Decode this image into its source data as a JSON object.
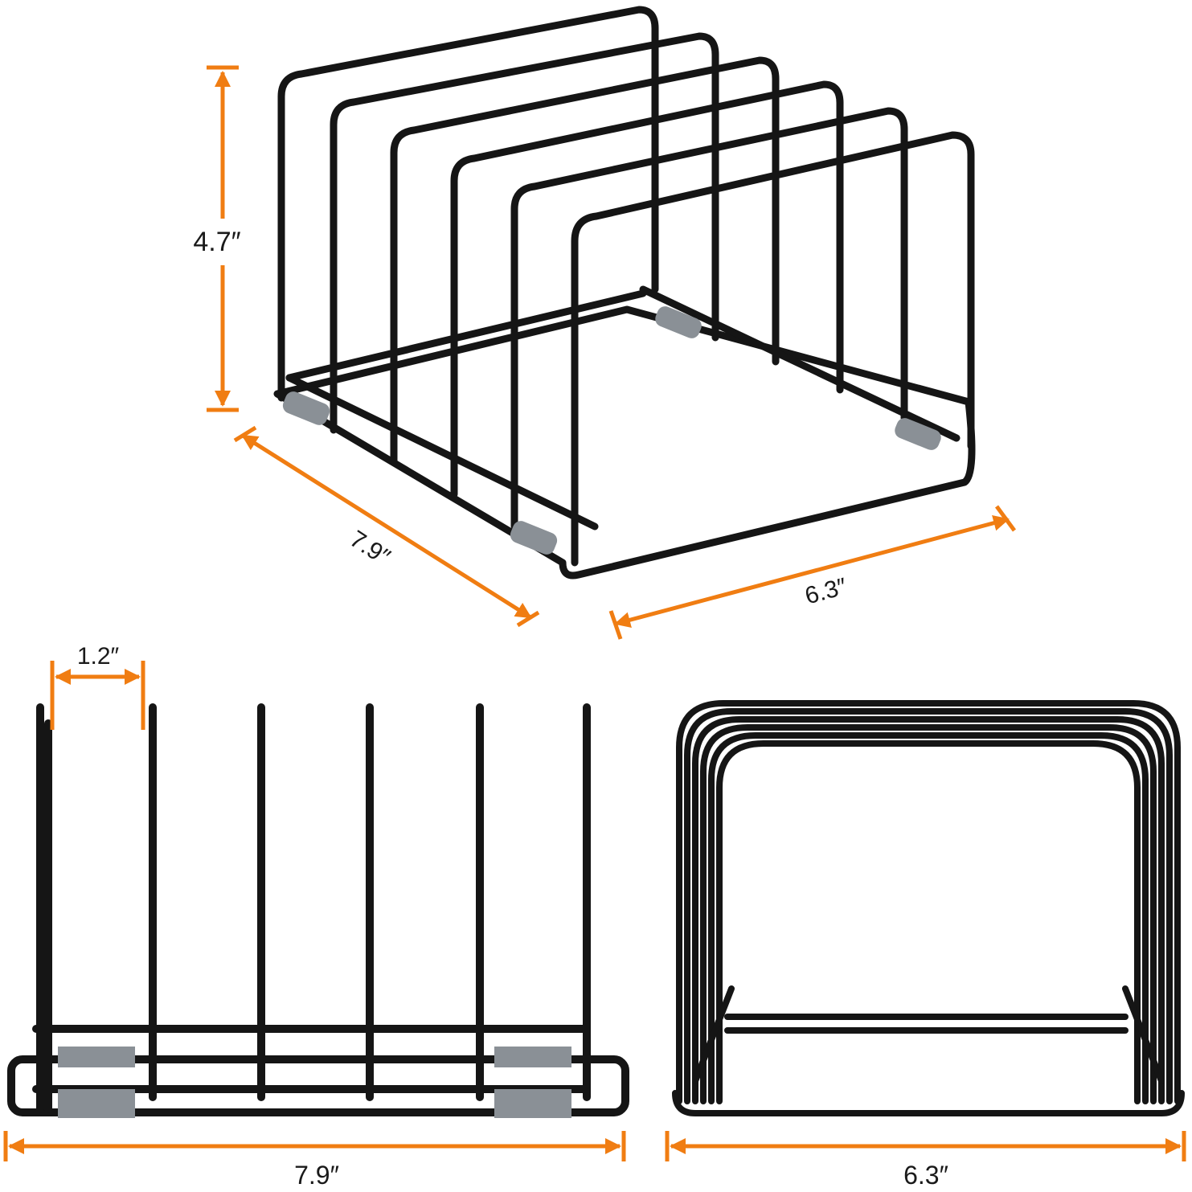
{
  "colors": {
    "dimension": "#f07d12",
    "wire": "#151515",
    "clip": "#8a9096",
    "background": "#ffffff"
  },
  "views": {
    "perspective": {
      "height_label": "4.7″",
      "depth_label": "7.9″",
      "width_label": "6.3″"
    },
    "side": {
      "spacing_label": "1.2″",
      "length_label": "7.9″"
    },
    "front": {
      "width_label": "6.3″"
    }
  },
  "dividers_count": 6
}
